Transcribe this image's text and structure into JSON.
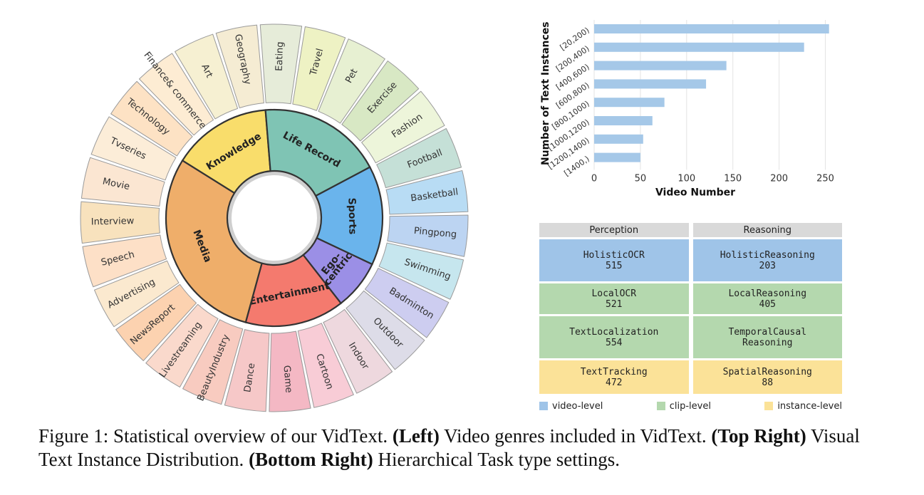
{
  "sunburst": {
    "categories": [
      {
        "name": "Knowledge",
        "color": "#f9dd6b",
        "leaves": [
          {
            "name": "Technology",
            "color": "#fde2c4"
          },
          {
            "name": "Finance& commerce",
            "color": "#fdecd3"
          },
          {
            "name": "Art",
            "color": "#f6f0d2"
          },
          {
            "name": "Geography",
            "color": "#f5ecd3"
          }
        ]
      },
      {
        "name": "Life Record",
        "color": "#7fc4b4",
        "leaves": [
          {
            "name": "Eating",
            "color": "#e6ecd9"
          },
          {
            "name": "Travel",
            "color": "#eef2c4"
          },
          {
            "name": "Pet",
            "color": "#e7f0d2"
          },
          {
            "name": "Exercise",
            "color": "#d8e8c4"
          },
          {
            "name": "Fashion",
            "color": "#edf5da"
          }
        ]
      },
      {
        "name": "Sports",
        "color": "#6ab4ec",
        "leaves": [
          {
            "name": "Football",
            "color": "#c5e0d7"
          },
          {
            "name": "Basketball",
            "color": "#b8dcf4"
          },
          {
            "name": "Pingpong",
            "color": "#bcd4f2"
          },
          {
            "name": "Swimming",
            "color": "#c6e6ee"
          }
        ]
      },
      {
        "name": "Ego-\ncentric",
        "color": "#9b8fe6",
        "leaves": [
          {
            "name": "Badminton",
            "color": "#cdcdf0"
          },
          {
            "name": "Outdoor",
            "color": "#dddce8"
          }
        ]
      },
      {
        "name": "Entertainment",
        "color": "#f47a6e",
        "leaves": [
          {
            "name": "Indoor",
            "color": "#eed8de"
          },
          {
            "name": "Cartoon",
            "color": "#f8ccd6"
          },
          {
            "name": "Game",
            "color": "#f4b8c4"
          },
          {
            "name": "Dance",
            "color": "#f6c8c8"
          }
        ]
      },
      {
        "name": "Media",
        "color": "#efae6a",
        "leaves": [
          {
            "name": "BeautyIndustry",
            "color": "#f8cbc0"
          },
          {
            "name": "Livestreaming",
            "color": "#fad9cc"
          },
          {
            "name": "NewsReport",
            "color": "#fcd2b0"
          },
          {
            "name": "Advertising",
            "color": "#fbe9cf"
          },
          {
            "name": "Speech",
            "color": "#fde0c7"
          },
          {
            "name": "Interview",
            "color": "#f8e2bd"
          },
          {
            "name": "Movie",
            "color": "#fbe6d2"
          },
          {
            "name": "Tvseries",
            "color": "#fcedd8"
          }
        ]
      }
    ]
  },
  "chart_data": {
    "type": "bar",
    "orientation": "horizontal",
    "categories": [
      "[20,200)",
      "[200,400)",
      "[400,600)",
      "[600,800)",
      "[800,1000)",
      "[1000,1200)",
      "[1200,1400)",
      "[1400,)"
    ],
    "values": [
      254,
      227,
      143,
      121,
      76,
      63,
      53,
      50
    ],
    "xlabel": "Video Number",
    "ylabel": "Number of Text Instances",
    "xlim": [
      0,
      265
    ],
    "xticks": [
      0,
      50,
      100,
      150,
      200,
      250
    ],
    "grid": "x",
    "bar_color": "#a5c8e8"
  },
  "tasks": {
    "headers": [
      "Perception",
      "Reasoning"
    ],
    "rows": [
      {
        "level": "video",
        "color": "#9fc4e8",
        "cells": [
          {
            "name": "HolisticOCR",
            "count": "515"
          },
          {
            "name": "HolisticReasoning",
            "count": "203"
          }
        ]
      },
      {
        "level": "clip",
        "color": "#b4d8ae",
        "cells": [
          {
            "name": "LocalOCR",
            "count": "521"
          },
          {
            "name": "LocalReasoning",
            "count": "405"
          }
        ]
      },
      {
        "level": "clip",
        "color": "#b4d8ae",
        "cells": [
          {
            "name": "TextLocalization",
            "count": "554"
          },
          {
            "name": "TemporalCausal\nReasoning",
            "count": ""
          }
        ]
      },
      {
        "level": "instance",
        "color": "#fbe298",
        "cells": [
          {
            "name": "TextTracking",
            "count": "472"
          },
          {
            "name": "SpatialReasoning",
            "count": "88"
          }
        ]
      }
    ]
  },
  "legend": [
    {
      "label": "video-level",
      "color": "#9fc4e8"
    },
    {
      "label": "clip-level",
      "color": "#b4d8ae"
    },
    {
      "label": "instance-level",
      "color": "#fbe298"
    }
  ],
  "caption": {
    "prefix": "Figure 1: Statistical overview of our VidText. ",
    "b1": "(Left)",
    "t1": " Video genres included in VidText. ",
    "b2": "(Top Right)",
    "t2": " Visual Text Instance Distribution. ",
    "b3": "(Bottom Right)",
    "t3": " Hierarchical Task type settings."
  }
}
